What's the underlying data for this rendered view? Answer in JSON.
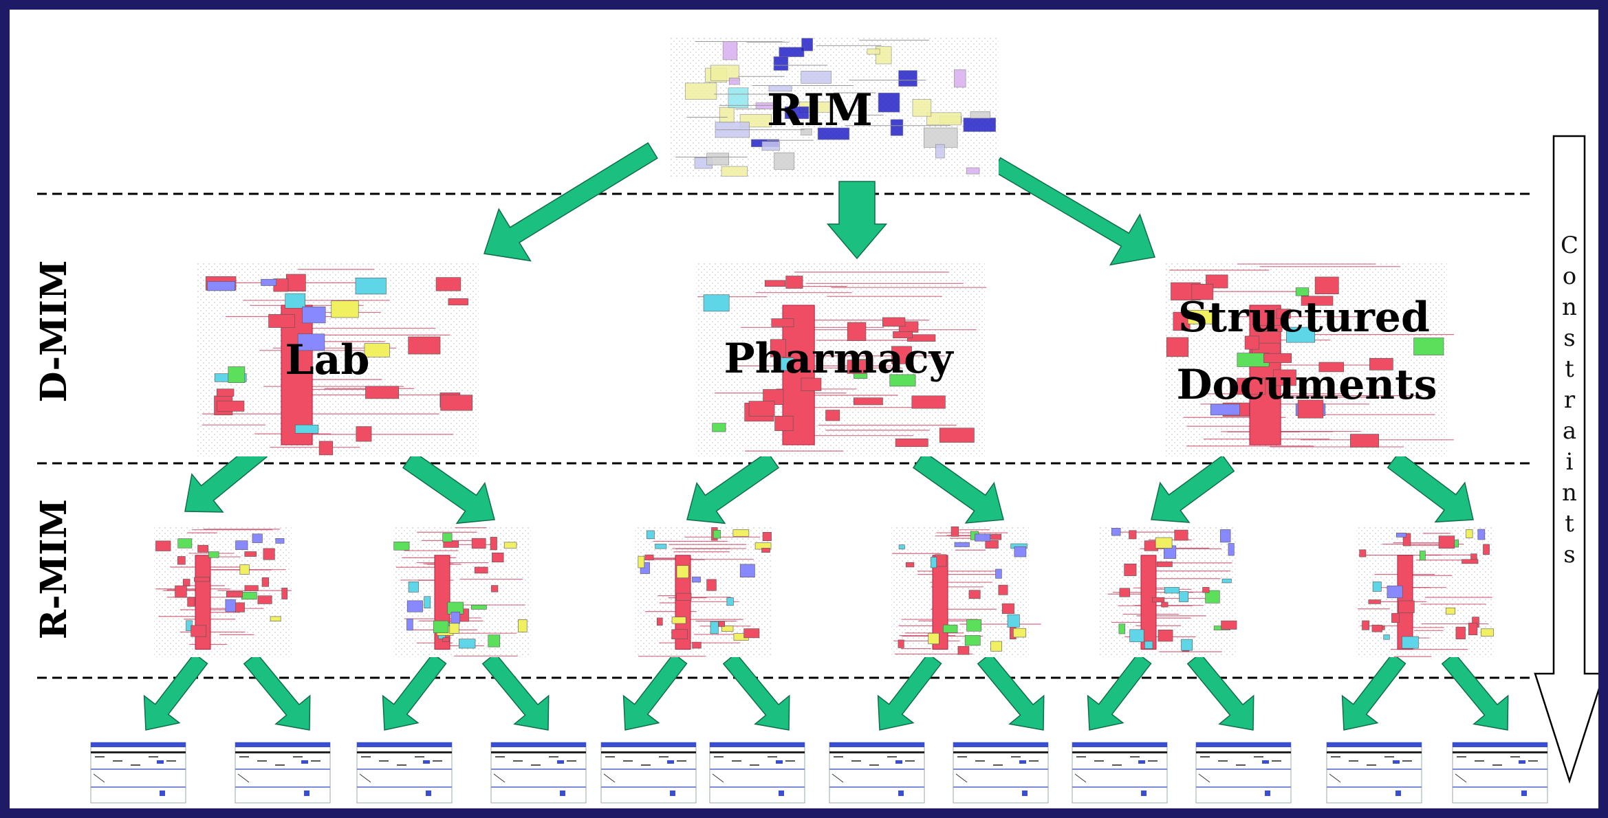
{
  "diagram": {
    "top_node": {
      "label": "RIM"
    },
    "level_labels": {
      "dmim": "D-MIM",
      "rmim": "R-MIM"
    },
    "dmim_nodes": [
      {
        "label_lines": [
          "Lab"
        ]
      },
      {
        "label_lines": [
          "Pharmacy"
        ]
      },
      {
        "label_lines": [
          "Structured",
          "Documents"
        ]
      }
    ],
    "rmim_count": 6,
    "message_count": 12,
    "side_arrow": {
      "label": "Constraints"
    },
    "colors": {
      "border": "#1f1a66",
      "arrow": "#1bbf80",
      "arrow_stroke": "#0e6e4a",
      "model_red": "#ee4d63",
      "model_green": "#5ce05c",
      "model_yellow": "#f0f060",
      "model_cyan": "#5fd6e8",
      "model_blue": "#2323c8",
      "message_blue": "#3a4fd0"
    }
  }
}
